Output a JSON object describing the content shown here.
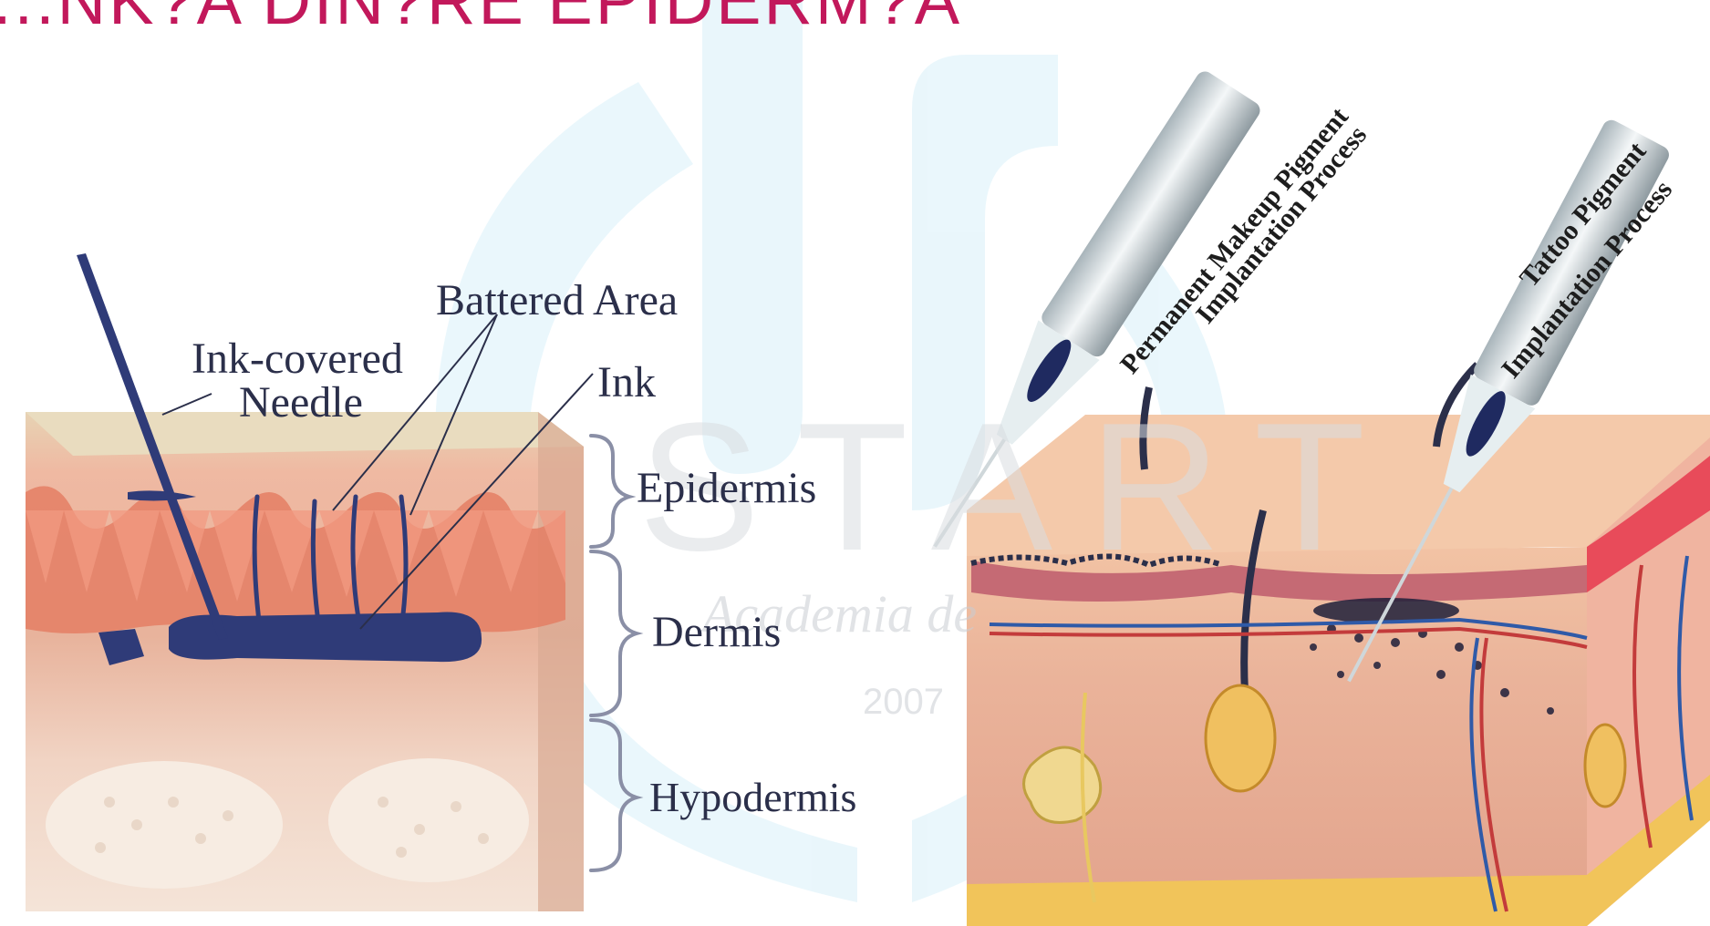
{
  "heading": "...NK?A DIN?RE EPIDERM?A",
  "watermark": {
    "brand": "START",
    "tagline": "Academia de",
    "year": "2007",
    "color": "#5ec2e8"
  },
  "left_diagram": {
    "labels": {
      "battered_area": "Battered Area",
      "ink_covered_needle_line1": "Ink-covered",
      "ink_covered_needle_line2": "Needle",
      "ink": "Ink",
      "epidermis": "Epidermis",
      "dermis": "Dermis",
      "hypodermis": "Hypodermis"
    }
  },
  "right_diagram": {
    "labels": {
      "pmu_line1": "Permanent Makeup Pigment",
      "pmu_line2": "Implantation Process",
      "tattoo_line1": "Tattoo Pigment",
      "tattoo_line2": "Implantation Process"
    }
  }
}
